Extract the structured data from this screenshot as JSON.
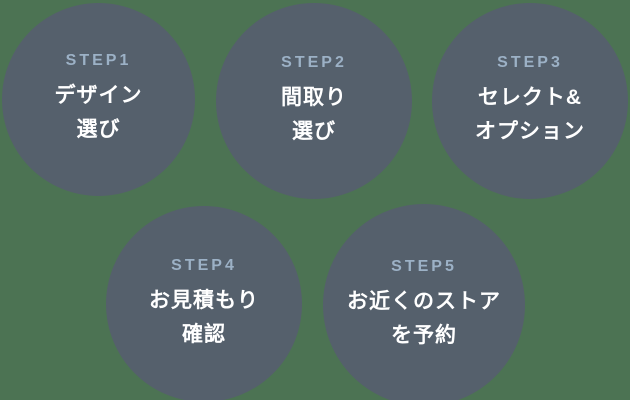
{
  "colors": {
    "background": "#4c7353",
    "circle": "#55606c",
    "step_label": "#9cb1c6",
    "step_text": "#ffffff"
  },
  "steps": [
    {
      "label": "STEP1",
      "line1": "デザイン",
      "line2": "選び"
    },
    {
      "label": "STEP2",
      "line1": "間取り",
      "line2": "選び"
    },
    {
      "label": "STEP3",
      "line1": "セレクト&",
      "line2": "オプション"
    },
    {
      "label": "STEP4",
      "line1": "お見積もり",
      "line2": "確認"
    },
    {
      "label": "STEP5",
      "line1": "お近くのストア",
      "line2": "を予約"
    }
  ]
}
